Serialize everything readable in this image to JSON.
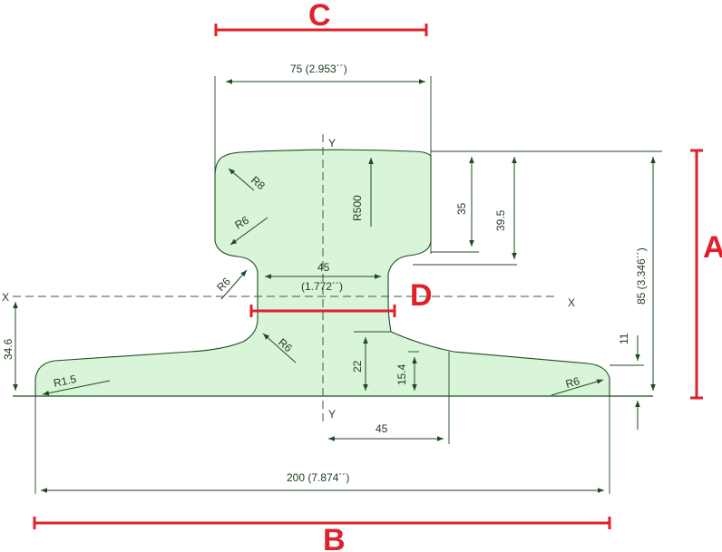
{
  "labels": {
    "A": "A",
    "B": "B",
    "C": "C",
    "D": "D"
  },
  "axes": {
    "x_left": "X",
    "x_right": "X",
    "y_top": "Y",
    "y_bottom": "Y"
  },
  "dimensions": {
    "head_width": "75 (2.953´´)",
    "base_width": "200 (7.874´´)",
    "height": "85 (3.346´´)",
    "web_width_top": "45",
    "web_width_bottom": "(1.772´´)",
    "head_depth_35": "35",
    "head_depth_39_5": "39.5",
    "neutral_axis_34_6": "34.6",
    "foot_edge_11": "11",
    "dim_22": "22",
    "dim_15_4": "15.4",
    "half_base_45": "45",
    "r500": "R500",
    "r8": "R8",
    "r6_head": "R6",
    "r6_neck": "R6",
    "r6_web": "R6",
    "r6_foot": "R6",
    "r1_5": "R1.5"
  },
  "colors": {
    "fill": "#d9f5d9",
    "line": "#1f4a1f",
    "accent": "#e0202a"
  }
}
